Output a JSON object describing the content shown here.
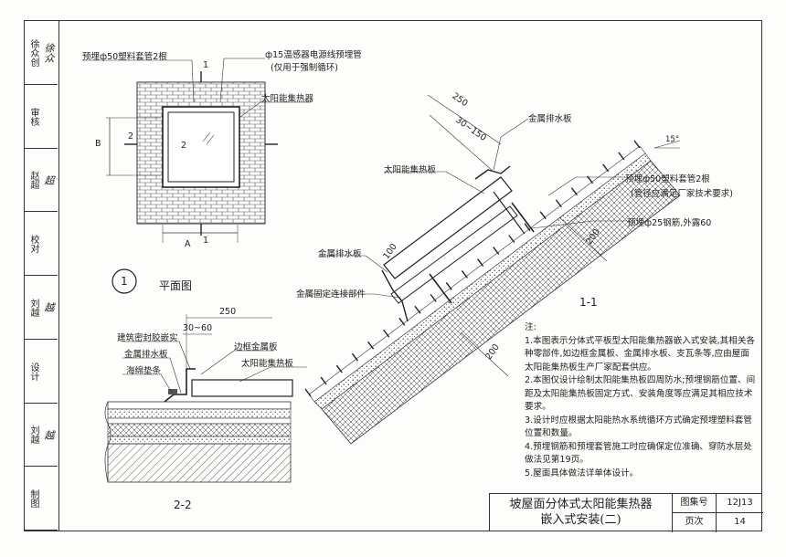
{
  "sidebar": {
    "cells": [
      {
        "label": "徐众创",
        "sign": "徐众"
      },
      {
        "label": "审核",
        "sign": ""
      },
      {
        "label": "赵超",
        "sign": "超"
      },
      {
        "label": "校对",
        "sign": ""
      },
      {
        "label": "刘越",
        "sign": "越"
      },
      {
        "label": "设计",
        "sign": ""
      },
      {
        "label": "刘越",
        "sign": "越"
      },
      {
        "label": "制图",
        "sign": ""
      }
    ]
  },
  "plan": {
    "label_pipe_left": "预埋ф50塑料套管2根",
    "label_pipe_right": "ф15温感器电源线预埋管",
    "label_pipe_right_note": "(仅用于强制循环)",
    "label_collector": "太阳能集热器",
    "section_mark_1": "1",
    "section_mark_2": "2",
    "dim_B": "B",
    "dim_A": "A",
    "detail_number": "1",
    "caption": "平面图"
  },
  "section11": {
    "dim_250": "250",
    "dim_30_150": "30~150",
    "label_drain_top": "金属排水板",
    "label_slope": "15°",
    "label_panel": "太阳能集热板",
    "label_pipe": "预埋ф50塑料套管2根",
    "label_pipe_note": "(管径应满足厂家技术要求)",
    "label_rebar": "预埋ф25钢筋,外露60",
    "dim_200_upper": "200",
    "label_drain_lower": "金属排水板",
    "dim_100": "100",
    "label_fixing": "金属固定连接部件",
    "dim_200_lower": "200",
    "caption": "1-1"
  },
  "section22": {
    "dim_250": "250",
    "dim_30_60": "30~60",
    "label_sealant": "建筑密封胶嵌实",
    "label_drain": "金属排水板",
    "label_sponge": "海绵垫条",
    "label_frame": "边框金属板",
    "label_panel": "太阳能集热板",
    "caption": "2-2"
  },
  "notes": {
    "heading": "注:",
    "items": [
      "1.本图表示分体式平板型太阳能集热器嵌入式安装,其相关各种零部件,如边框金属板、金属排水板、支瓦条等,应由屋面太阳能集热板生产厂家配套供应。",
      "2.本图仅设计绘制太阳能集热板四周防水;预埋钢筋位置、间距及太阳能集热板固定方式、安装角度等应满足其相应技术要求。",
      "3.设计时应根据太阳能热水系统循环方式确定预埋塑料套管位置和数量。",
      "4.预埋钢筋和预埋套管施工时应确保定位准确、穿防水层处做法见第19页。",
      "5.屋面具体做法详单体设计。"
    ]
  },
  "titleblock": {
    "title_line1": "坡屋面分体式太阳能集热器",
    "title_line2": "嵌入式安装(二)",
    "atlas_label": "图集号",
    "atlas_value": "12J13",
    "page_label": "页次",
    "page_value": "14"
  }
}
